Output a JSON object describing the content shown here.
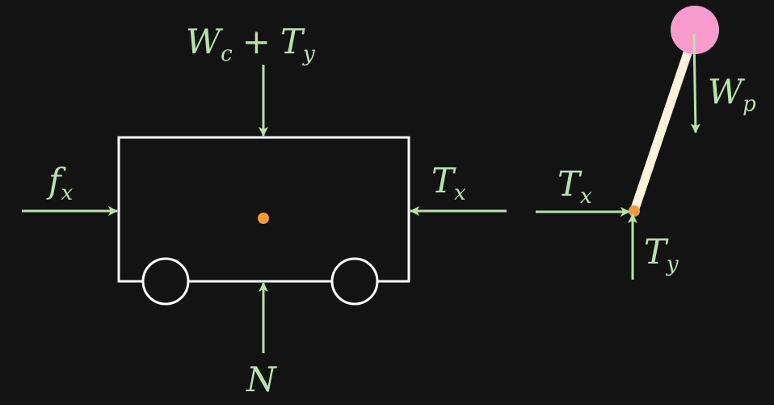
{
  "cart": {
    "label_top_main": "W",
    "label_top_sub": "c",
    "label_top_op": "+",
    "label_top_main2": "T",
    "label_top_sub2": "y",
    "label_left_main": "f",
    "label_left_sub": "x",
    "label_right_main": "T",
    "label_right_sub": "x",
    "label_bottom": "N"
  },
  "pendulum": {
    "label_weight_main": "W",
    "label_weight_sub": "p",
    "label_tx_main": "T",
    "label_tx_sub": "x",
    "label_ty_main": "T",
    "label_ty_sub": "y"
  },
  "colors": {
    "background": "#131313",
    "force_arrow": "#b6e3a8",
    "cart_outline": "#ffffff",
    "center_of_mass": "#f29a38",
    "pendulum_rod": "#fdf3dc",
    "pendulum_bob": "#f79bcd"
  }
}
